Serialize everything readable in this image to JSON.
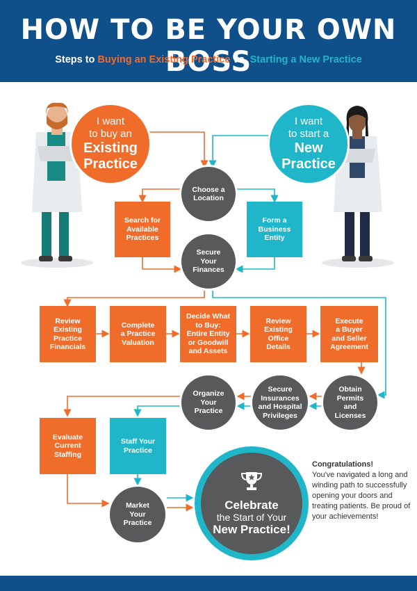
{
  "header": {
    "title": "HOW TO BE YOUR OWN BOSS",
    "subtitle_prefix": "Steps to ",
    "subtitle_existing": "Buying an Existing Practice",
    "subtitle_vs": " vs. ",
    "subtitle_new": "Starting a New Practice"
  },
  "colors": {
    "navy": "#0f4f8a",
    "orange": "#ef6c2b",
    "teal": "#1eb6c8",
    "gray": "#58595b"
  },
  "start_existing": {
    "line1": "I want",
    "line2": "to buy an",
    "line3": "Existing",
    "line4": "Practice"
  },
  "start_new": {
    "line1": "I want",
    "line2": "to start a",
    "line3": "New",
    "line4": "Practice"
  },
  "steps": {
    "choose_location": "Choose a\nLocation",
    "search_practices": "Search for\nAvailable\nPractices",
    "form_entity": "Form a\nBusiness\nEntity",
    "secure_finances": "Secure\nYour\nFinances",
    "review_financials": "Review\nExisting\nPractice\nFinancials",
    "complete_valuation": "Complete\na Practice\nValuation",
    "decide_buy": "Decide What\nto Buy:\nEntire Entity\nor Goodwill\nand Assets",
    "review_office": "Review\nExisting\nOffice\nDetails",
    "execute_agreement": "Execute\na Buyer\nand Seller\nAgreement",
    "obtain_permits": "Obtain\nPermits\nand\nLicenses",
    "secure_insurance": "Secure\nInsurances\nand Hospital\nPrivileges",
    "organize_practice": "Organize\nYour\nPractice",
    "evaluate_staffing": "Evaluate\nCurrent\nStaffing",
    "staff_practice": "Staff Your\nPractice",
    "market_practice": "Market\nYour\nPractice"
  },
  "final": {
    "line1": "Celebrate",
    "line2": "the Start of Your",
    "line3": "New Practice!",
    "icon": "trophy-icon"
  },
  "congrats": {
    "heading": "Congratulations!",
    "body": "You've navigated a long and winding path to successfully opening your doors and treating patients. Be proud of your achievements!"
  }
}
